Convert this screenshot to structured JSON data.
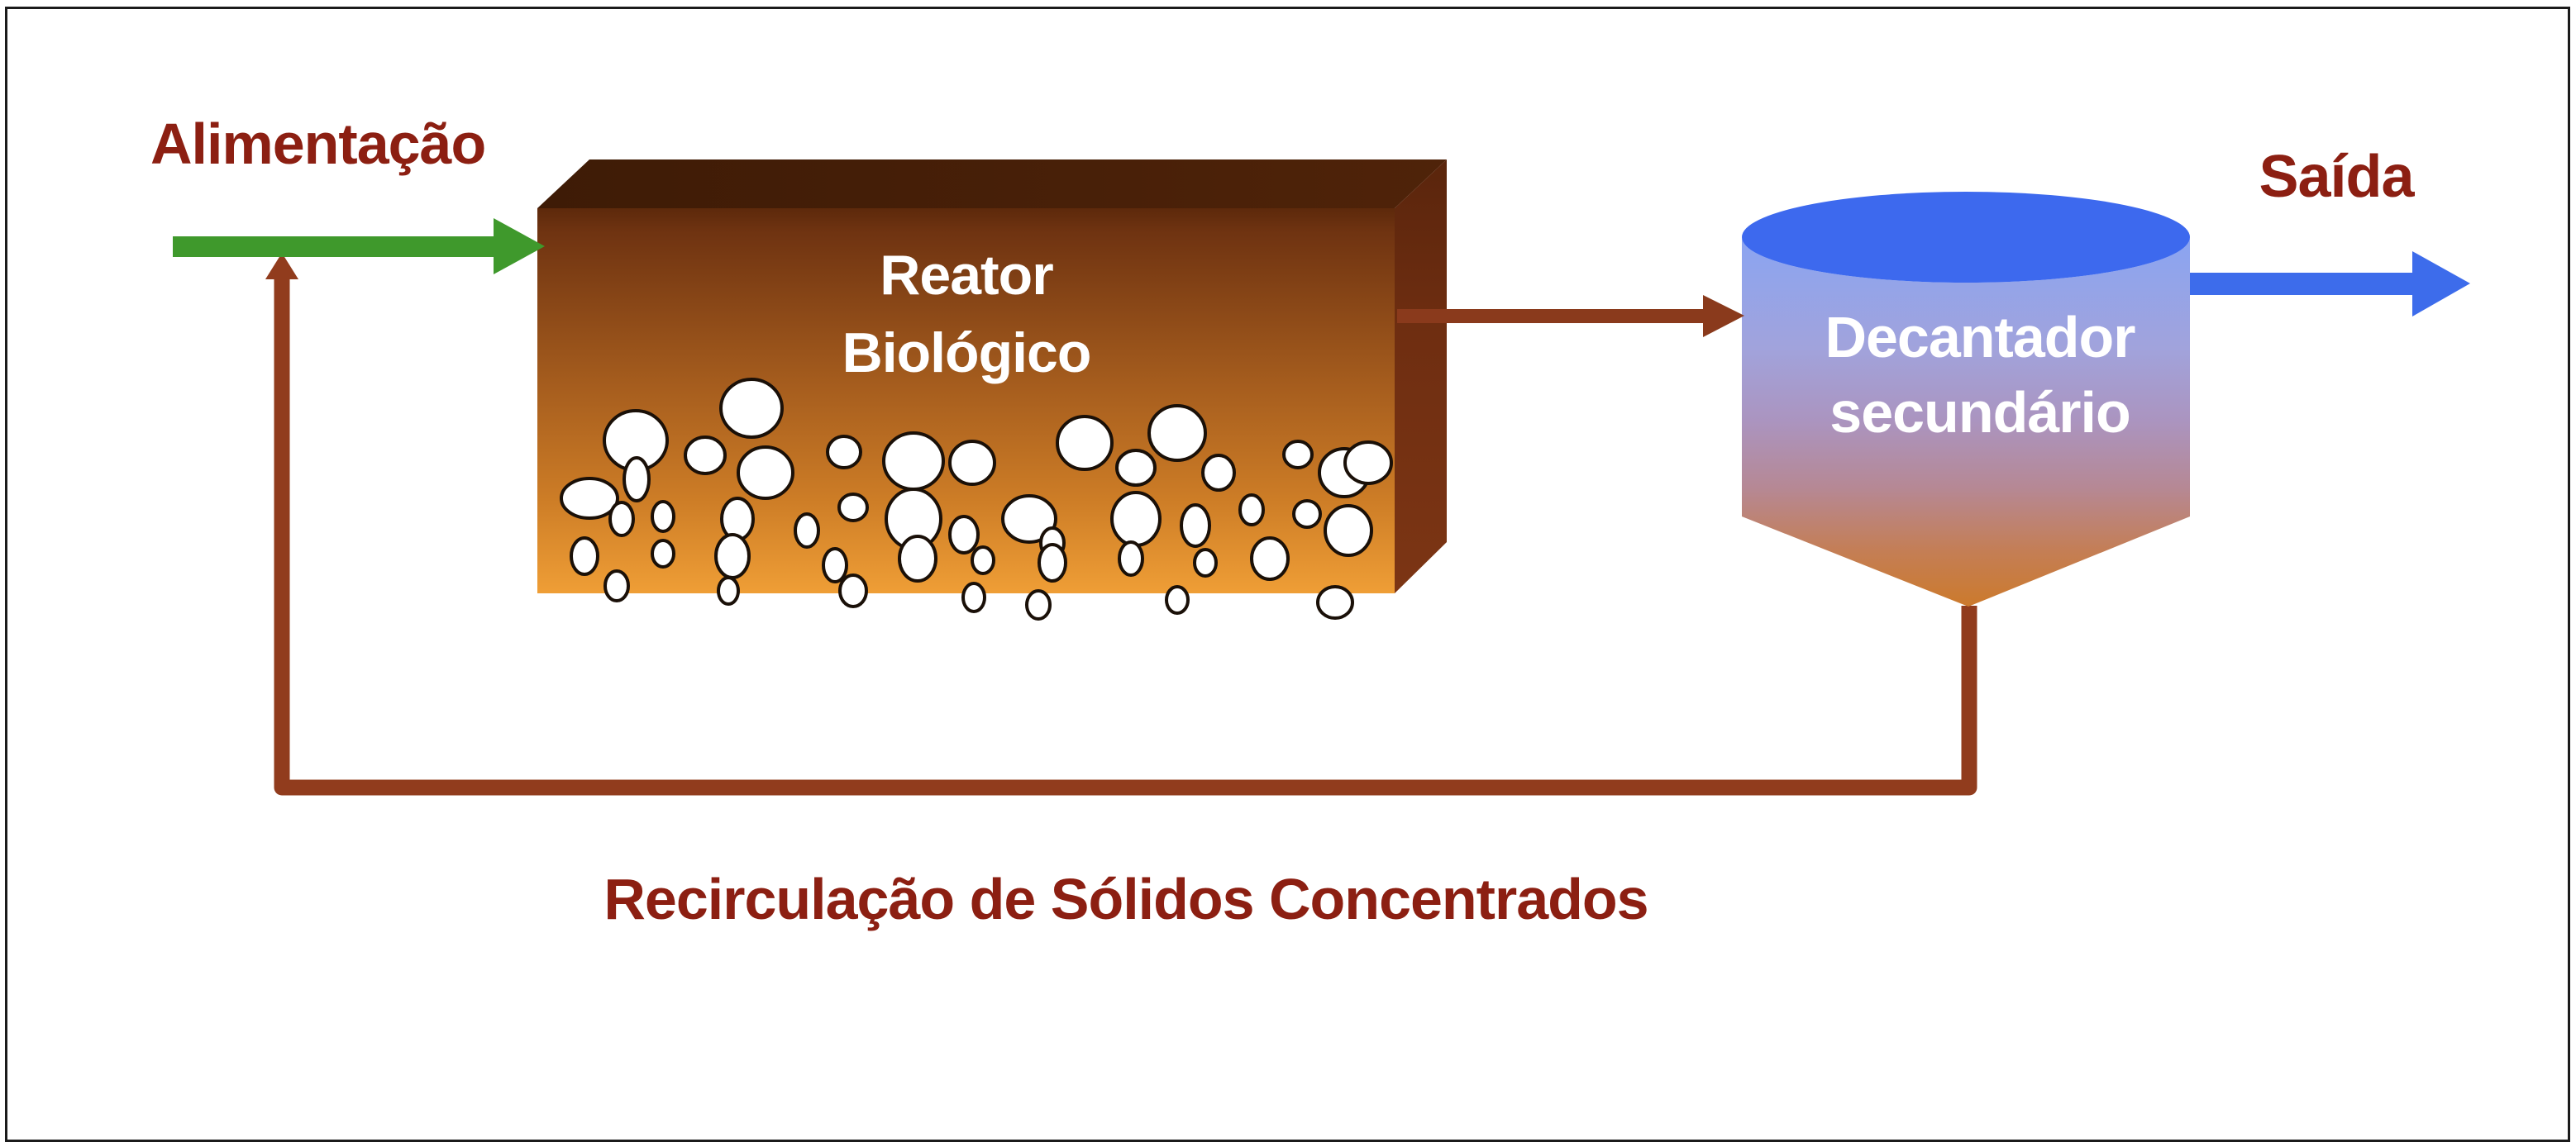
{
  "diagram": {
    "description": "Activated sludge wastewater treatment process flow diagram",
    "labels": {
      "feed": "Alimentação",
      "exit": "Saída",
      "recirculation": "Recirculação de Sólidos Concentrados"
    },
    "reactor": {
      "line1": "Reator",
      "line2": "Biológico"
    },
    "decanter": {
      "line1": "Decantador",
      "line2": "secundário"
    },
    "colors": {
      "label_red": "#8c1f12",
      "feed_arrow_green": "#3f992c",
      "exit_arrow_blue": "#3d6ceb",
      "decanter_lid_blue": "#3d69ee",
      "pipe_brown": "#913c1d",
      "transfer_arrow_brown": "#8a3a1c",
      "bubble_fill": "#ffffff",
      "bubble_outline": "#1a1008",
      "vessel_text_white": "#ffffff",
      "frame_black": "#1b1b1b",
      "background_white": "#ffffff"
    },
    "bubbles": [
      [
        909,
        494,
        37,
        35
      ],
      [
        769,
        533,
        38,
        36
      ],
      [
        853,
        551,
        24,
        22
      ],
      [
        1021,
        547,
        20,
        19
      ],
      [
        770,
        580,
        15,
        26
      ],
      [
        926,
        572,
        33,
        31
      ],
      [
        1105,
        558,
        36,
        34
      ],
      [
        1176,
        560,
        27,
        26
      ],
      [
        1312,
        536,
        33,
        32
      ],
      [
        1424,
        524,
        34,
        33
      ],
      [
        1374,
        566,
        23,
        21
      ],
      [
        1474,
        572,
        19,
        21
      ],
      [
        1570,
        550,
        17,
        16
      ],
      [
        1626,
        572,
        30,
        29
      ],
      [
        713,
        603,
        34,
        24
      ],
      [
        752,
        628,
        14,
        20
      ],
      [
        802,
        625,
        13,
        18
      ],
      [
        892,
        628,
        19,
        25
      ],
      [
        1032,
        614,
        17,
        16
      ],
      [
        976,
        642,
        14,
        20
      ],
      [
        1105,
        628,
        33,
        36
      ],
      [
        1166,
        647,
        17,
        22
      ],
      [
        1245,
        628,
        32,
        28
      ],
      [
        1273,
        657,
        14,
        18
      ],
      [
        1374,
        628,
        29,
        32
      ],
      [
        1446,
        636,
        17,
        25
      ],
      [
        1514,
        617,
        14,
        18
      ],
      [
        1581,
        622,
        16,
        16
      ],
      [
        1631,
        642,
        28,
        30
      ],
      [
        707,
        673,
        16,
        22
      ],
      [
        802,
        670,
        13,
        16
      ],
      [
        886,
        673,
        20,
        26
      ],
      [
        1010,
        684,
        14,
        20
      ],
      [
        1110,
        676,
        22,
        27
      ],
      [
        1189,
        678,
        13,
        16
      ],
      [
        1273,
        681,
        16,
        22
      ],
      [
        1368,
        676,
        14,
        20
      ],
      [
        1458,
        681,
        13,
        16
      ],
      [
        1536,
        676,
        22,
        25
      ],
      [
        746,
        709,
        14,
        18
      ],
      [
        881,
        715,
        12,
        16
      ],
      [
        1032,
        715,
        16,
        19
      ],
      [
        1178,
        723,
        13,
        17
      ],
      [
        1256,
        732,
        14,
        17
      ],
      [
        1424,
        726,
        13,
        16
      ],
      [
        1615,
        729,
        21,
        19
      ],
      [
        1655,
        560,
        28,
        25
      ]
    ]
  }
}
